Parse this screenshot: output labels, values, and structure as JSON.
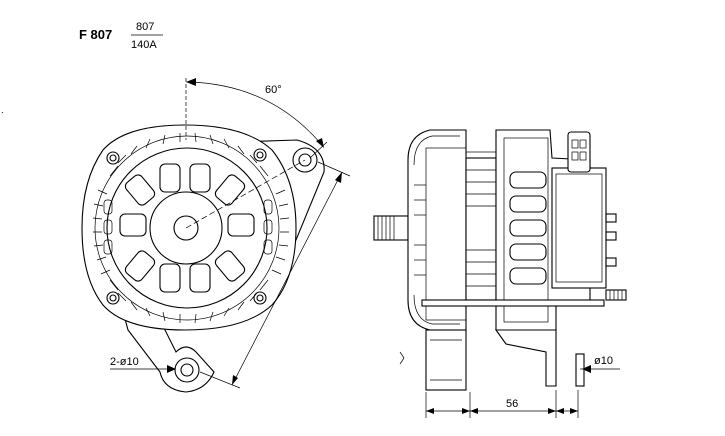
{
  "header": {
    "model": "F 807",
    "frac_top": "807",
    "frac_bottom": "140A"
  },
  "dimensions": {
    "angle": "60°",
    "mount_holes": "2-ø10",
    "right_hole": "ø10",
    "length": "56"
  }
}
